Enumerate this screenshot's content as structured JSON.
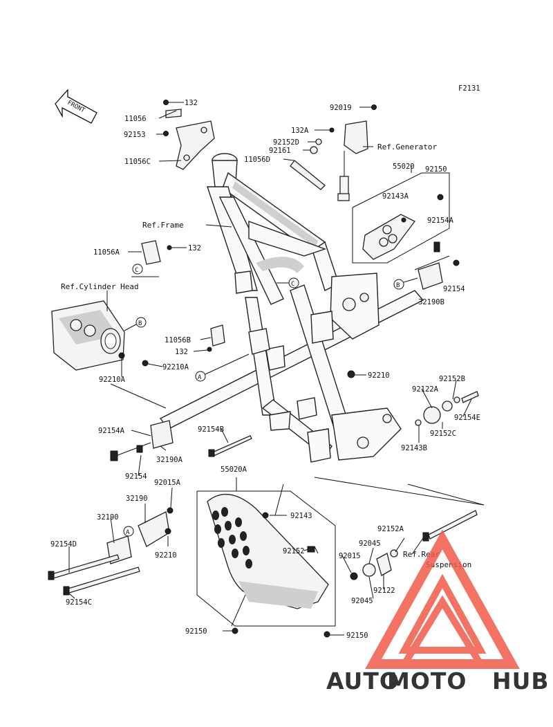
{
  "diagram": {
    "code": "F2131",
    "front_label": "FRONT",
    "parts": [
      "132",
      "11056",
      "92153",
      "11056C",
      "92019",
      "132A",
      "92152D",
      "92161",
      "11056D",
      "55020",
      "92150",
      "92143A",
      "92154A",
      "11056A",
      "92154",
      "32190B",
      "92210",
      "92122A",
      "92152B",
      "92154E",
      "92152C",
      "92143B",
      "92210A",
      "11056B",
      "92154B",
      "32190A",
      "92015A",
      "55020A",
      "92143",
      "32190",
      "92154D",
      "92154C",
      "92152",
      "92152A",
      "92045",
      "92015",
      "92122"
    ],
    "labels": {
      "p132_top": "132",
      "p11056": "11056",
      "p92153": "92153",
      "p11056C": "11056C",
      "p92019": "92019",
      "p132A": "132A",
      "p92152D": "92152D",
      "p92161": "92161",
      "p11056D": "11056D",
      "p55020": "55020",
      "p92150_top": "92150",
      "p92143A": "92143A",
      "p92154A_right": "92154A",
      "p11056A": "11056A",
      "p132_mid": "132",
      "p92154_right": "92154",
      "p32190B": "32190B",
      "p11056B": "11056B",
      "p132_low": "132",
      "p92210A_a": "92210A",
      "p92210A_b": "92210A",
      "p92210_mid": "92210",
      "p92152B": "92152B",
      "p92122A": "92122A",
      "p92154E": "92154E",
      "p92152C": "92152C",
      "p92143B": "92143B",
      "p92154A_left": "92154A",
      "p92154B": "92154B",
      "p32190A": "32190A",
      "p92154_left": "92154",
      "p92015A": "92015A",
      "p55020A": "55020A",
      "p32190_a": "32190",
      "p32190_b": "32190",
      "p92143": "92143",
      "p92154D": "92154D",
      "p92210_low": "92210",
      "p92154C": "92154C",
      "p92152": "92152",
      "p92152A": "92152A",
      "p92045_a": "92045",
      "p92015": "92015",
      "p92122": "92122",
      "p92045_b": "92045",
      "p92150_left": "92150",
      "p92150_right": "92150"
    },
    "references": {
      "generator": "Ref.Generator",
      "frame": "Ref.Frame",
      "cylinder_head": "Ref.Cylinder Head",
      "rear_suspension_1": "Ref.Rear",
      "rear_suspension_2": "Suspension"
    },
    "callouts": {
      "c_top": "C",
      "c_mid": "C",
      "b_right": "B",
      "b_left": "B",
      "a_left": "A",
      "a_low": "A"
    }
  },
  "watermark": {
    "text_auto": "AUTO",
    "text_moto": "MOTO",
    "text_hub": "HUB",
    "color_primary": "#f05a4a",
    "color_secondary": "#f4a04a",
    "color_dark": "#6b6b6b"
  }
}
